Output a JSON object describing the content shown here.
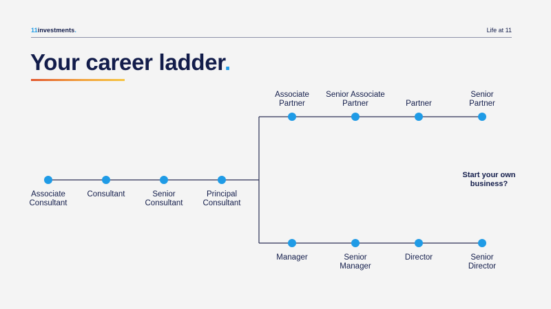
{
  "header": {
    "logo_num": "11",
    "logo_text": "investments",
    "logo_dot": ".",
    "right_text": "Life at 11"
  },
  "title": {
    "main": "Your career ladder",
    "dot": "."
  },
  "ladder": {
    "base": [
      {
        "label": "Associate\nConsultant"
      },
      {
        "label": "Consultant"
      },
      {
        "label": "Senior\nConsultant"
      },
      {
        "label": "Principal\nConsultant"
      }
    ],
    "upper": [
      {
        "label": "Associate\nPartner"
      },
      {
        "label": "Senior Associate\nPartner"
      },
      {
        "label": "Partner"
      },
      {
        "label": "Senior\nPartner"
      }
    ],
    "lower": [
      {
        "label": "Manager"
      },
      {
        "label": "Senior\nManager"
      },
      {
        "label": "Director"
      },
      {
        "label": "Senior\nDirector"
      }
    ],
    "callout": "Start your own\nbusiness?"
  },
  "colors": {
    "navy": "#121c4a",
    "node_blue": "#1f9be6",
    "line": "#2a2f55"
  }
}
